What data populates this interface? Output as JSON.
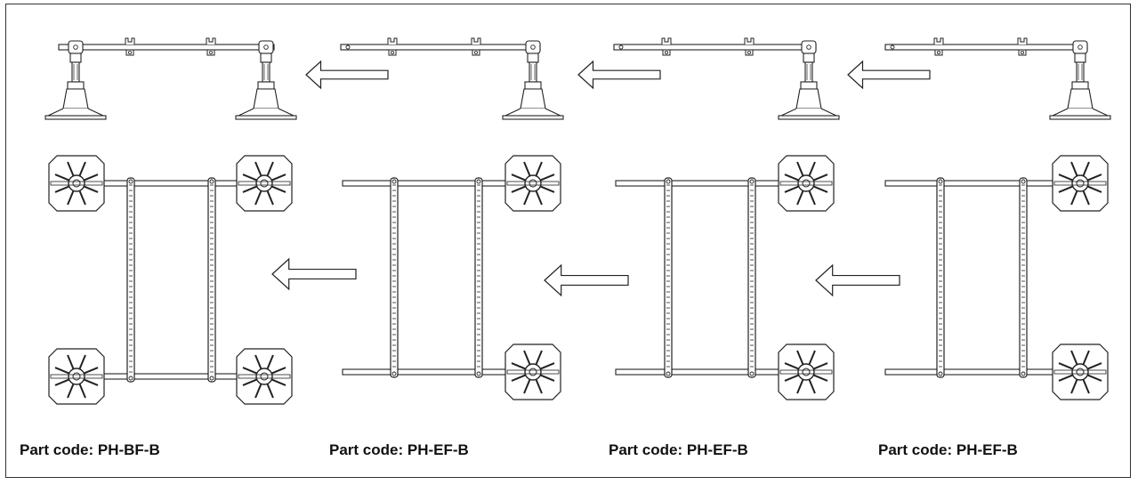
{
  "captions": [
    "Part code: PH-BF-B",
    "Part code: PH-EF-B",
    "Part code: PH-EF-B",
    "Part code: PH-EF-B"
  ],
  "icons": {
    "flow_arrow": "left-arrow-icon"
  },
  "colors": {
    "line": "#222222",
    "background": "#ffffff"
  }
}
